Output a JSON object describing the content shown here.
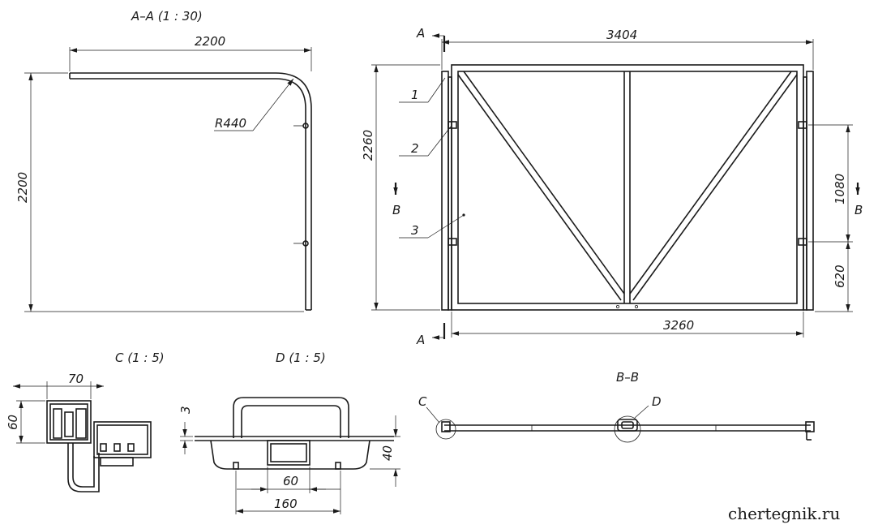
{
  "views": {
    "section_aa": {
      "title": "A–A (1 : 30)",
      "width": "2200",
      "height": "2200",
      "radius": "R440"
    },
    "front": {
      "overall_width": "3404",
      "inner_width": "3260",
      "height": "2260",
      "hinge_spacing": "1080",
      "bottom_offset": "620",
      "cut_label": "A",
      "section_mark": "B",
      "callouts": [
        "1",
        "2",
        "3"
      ]
    },
    "detail_c": {
      "title": "C (1 : 5)",
      "width": "70",
      "height": "60"
    },
    "detail_d": {
      "title": "D (1 : 5)",
      "thickness": "3",
      "height": "40",
      "inner": "60",
      "outer": "160"
    },
    "section_bb": {
      "title": "B–B",
      "mark_c": "C",
      "mark_d": "D"
    }
  },
  "watermark": "chertegnik.ru"
}
